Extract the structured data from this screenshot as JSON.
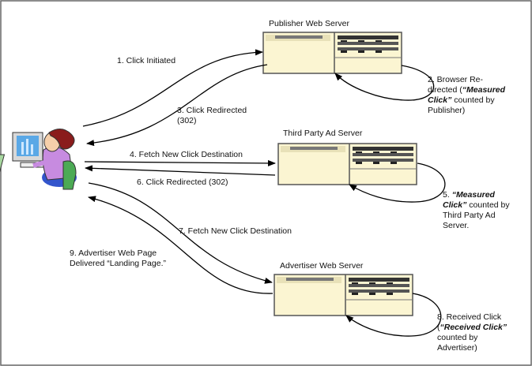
{
  "colors": {
    "server_fill": "#fbf5d2",
    "server_border": "#555555",
    "frame": "#666666"
  },
  "nodes": {
    "user": {
      "icon": "woman-at-computer-icon"
    },
    "publisher": {
      "title": "Publisher Web Server"
    },
    "third_party": {
      "title": "Third Party Ad Server"
    },
    "advertiser": {
      "title": "Advertiser Web Server"
    }
  },
  "edges": {
    "e1": "1. Click Initiated",
    "e2": {
      "l1": "2. Browser Re-",
      "l2a": "directed (",
      "l2b": "“Measured",
      "l3a": "Click”",
      "l3b": " counted by",
      "l4": "Publisher)"
    },
    "e3": {
      "l1": "3. Click Redirected",
      "l2": "(302)"
    },
    "e4": "4. Fetch New Click Destination",
    "e5": {
      "l1a": "5. ",
      "l1b": "“Measured",
      "l2a": "Click”",
      "l2b": " counted by",
      "l3": "Third Party Ad",
      "l4": "Server."
    },
    "e6": "6. Click Redirected (302)",
    "e7": "7. Fetch New Click Destination",
    "e8": {
      "l1": "8. Received Click",
      "l2a": "(",
      "l2b": "“Received Click”",
      "l3": "counted by",
      "l4": "Advertiser)"
    },
    "e9": {
      "l1": "9. Advertiser Web Page",
      "l2": "Delivered “Landing Page.”"
    }
  }
}
